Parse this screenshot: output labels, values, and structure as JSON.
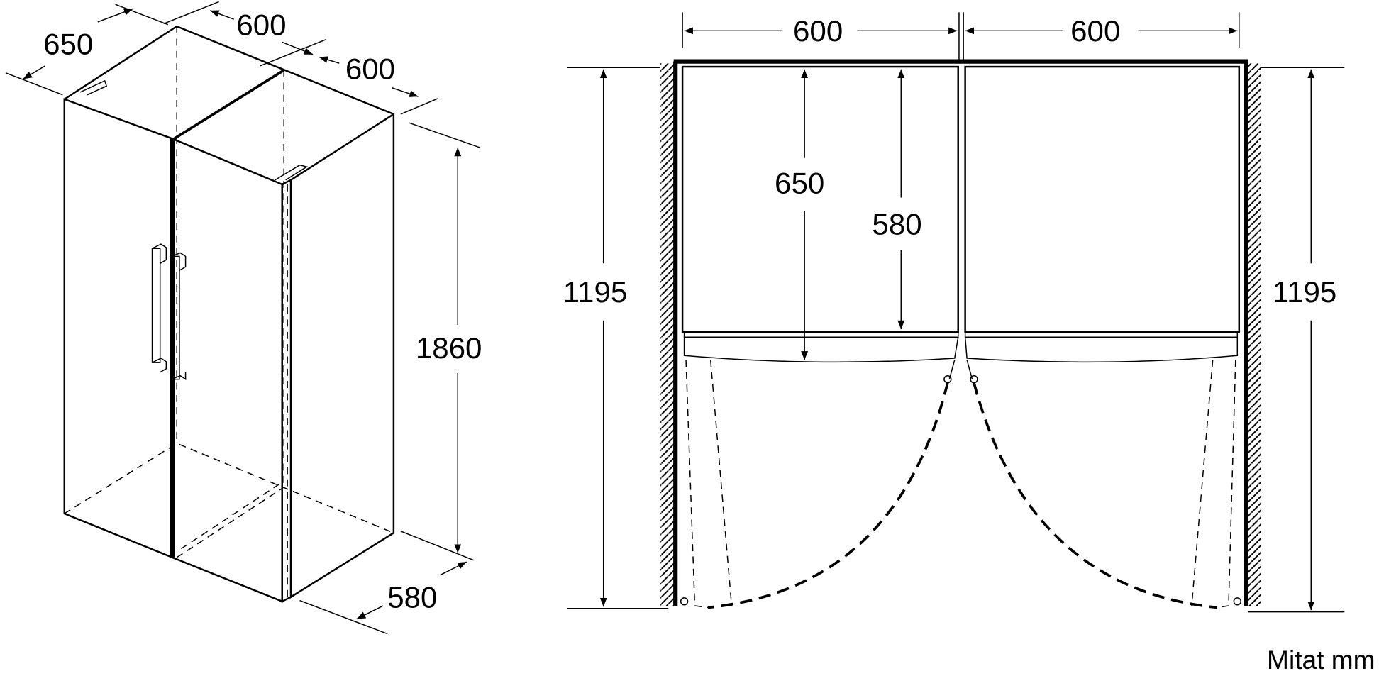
{
  "isometric_view": {
    "depth_label": "650",
    "width_left_label": "600",
    "width_right_label": "600",
    "height_label": "1860",
    "body_depth_label": "580"
  },
  "plan_view": {
    "width_left_label": "600",
    "width_right_label": "600",
    "total_depth_left_label": "1195",
    "total_depth_right_label": "1195",
    "depth_with_door_label": "650",
    "body_depth_label": "580"
  },
  "units_label": "Mitat mm"
}
